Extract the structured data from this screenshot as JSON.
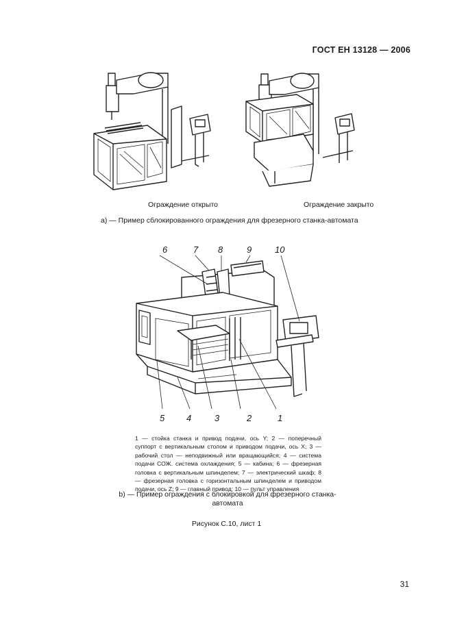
{
  "header": {
    "standard": "ГОСТ ЕН 13128 — 2006"
  },
  "figure_a": {
    "caption_left": "Ограждение открыто",
    "caption_right": "Ограждение закрыто",
    "subcaption": "а) — Пример сблокированного ограждения для фрезерного станка-автомата"
  },
  "figure_b": {
    "callouts_top": [
      "6",
      "7",
      "8",
      "9",
      "10"
    ],
    "callouts_bottom": [
      "5",
      "4",
      "3",
      "2",
      "1"
    ],
    "legend": "1 — стойка станка и привод подачи, ось Y; 2 — поперечный суппорт с вертикальным столом и приводом подачи, ось X; 3 — рабочий стол — неподвижный или вращающийся; 4 — система подачи СОЖ. система охлаждения; 5 — кабина; 6 — фрезерная головка с вертикальным шпинделем; 7 — электрический шкаф; 8 — фрезерная головка с горизонтальным шпинделем и приводом подачи, ось Z; 9 — главный привод; 10 — пульт управления",
    "subcaption": "b) — Пример ограждения с блокировкой для фрезерного станка-автомата"
  },
  "figure_title": "Рисунок С.10, лист 1",
  "page_number": "31"
}
